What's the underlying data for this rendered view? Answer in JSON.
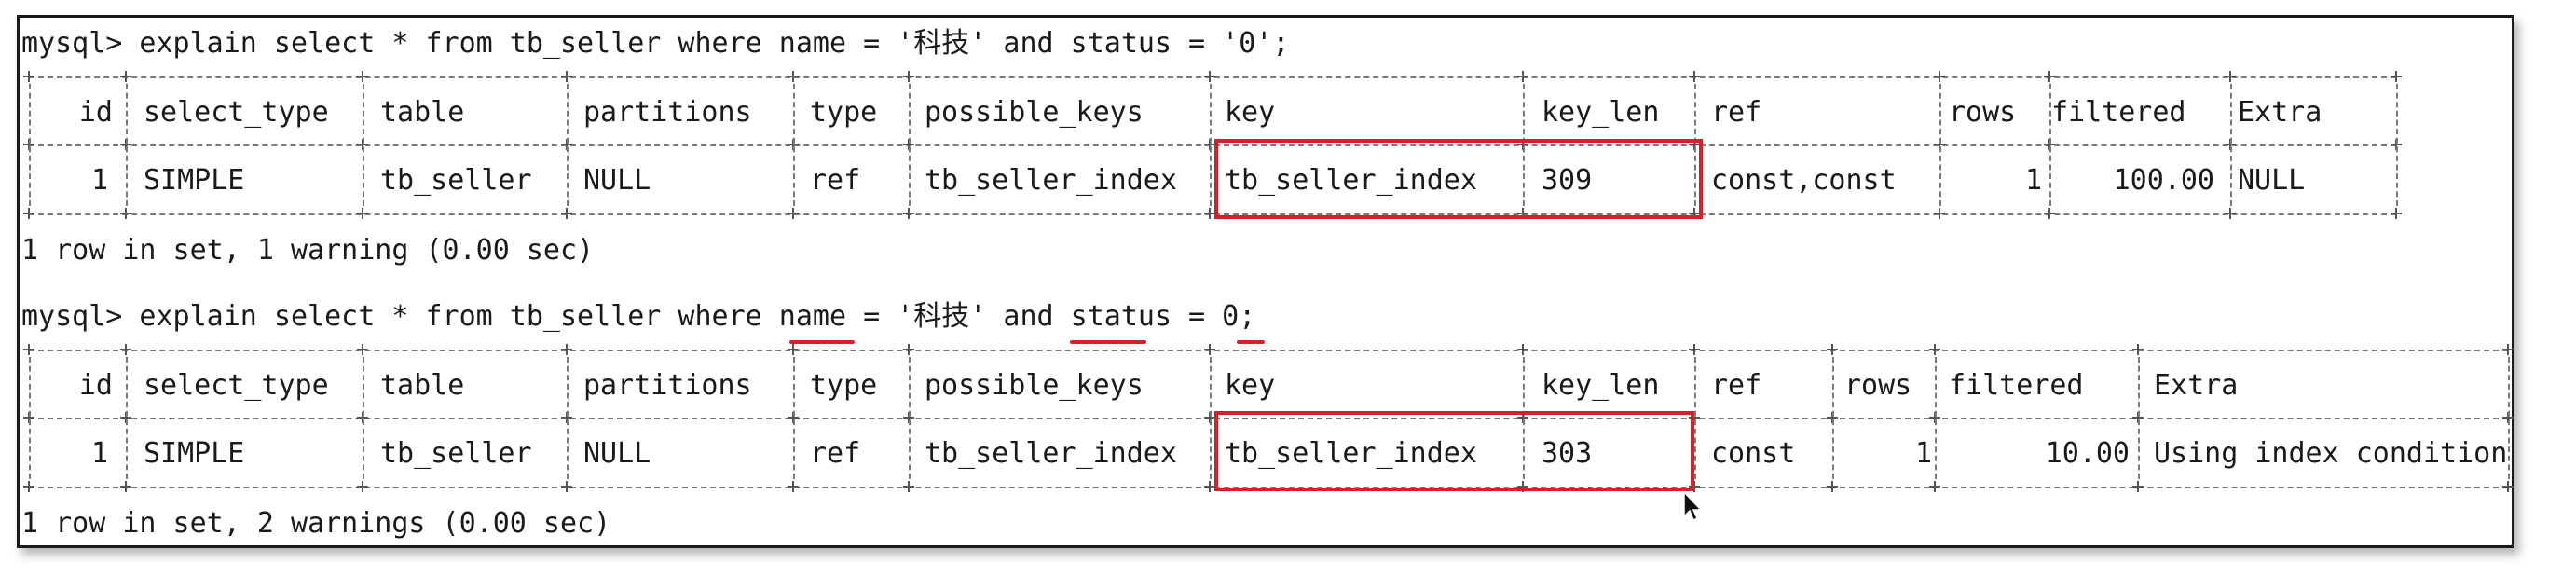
{
  "query1": {
    "command": "mysql> explain select * from tb_seller where name = '科技' and status = '0';",
    "headers": [
      "id",
      "select_type",
      "table",
      "partitions",
      "type",
      "possible_keys",
      "key",
      "key_len",
      "ref",
      "rows",
      "filtered",
      "Extra"
    ],
    "row": [
      "1",
      "SIMPLE",
      "tb_seller",
      "NULL",
      "ref",
      "tb_seller_index",
      "tb_seller_index",
      "309",
      "const,const",
      "1",
      "100.00",
      "NULL"
    ],
    "status": "1 row in set, 1 warning (0.00 sec)"
  },
  "query2": {
    "command": "mysql> explain select * from tb_seller where name = '科技' and status = 0;",
    "headers": [
      "id",
      "select_type",
      "table",
      "partitions",
      "type",
      "possible_keys",
      "key",
      "key_len",
      "ref",
      "rows",
      "filtered",
      "Extra"
    ],
    "row": [
      "1",
      "SIMPLE",
      "tb_seller",
      "NULL",
      "ref",
      "tb_seller_index",
      "tb_seller_index",
      "303",
      "const",
      "1",
      "10.00",
      "Using index condition"
    ],
    "status": "1 row in set, 2 warnings (0.00 sec)"
  },
  "colors": {
    "highlight": "#d9202a",
    "text": "#1a1a1a",
    "border": "#7a7a7a"
  },
  "icons": {
    "pointer": "mouse-pointer-icon"
  }
}
